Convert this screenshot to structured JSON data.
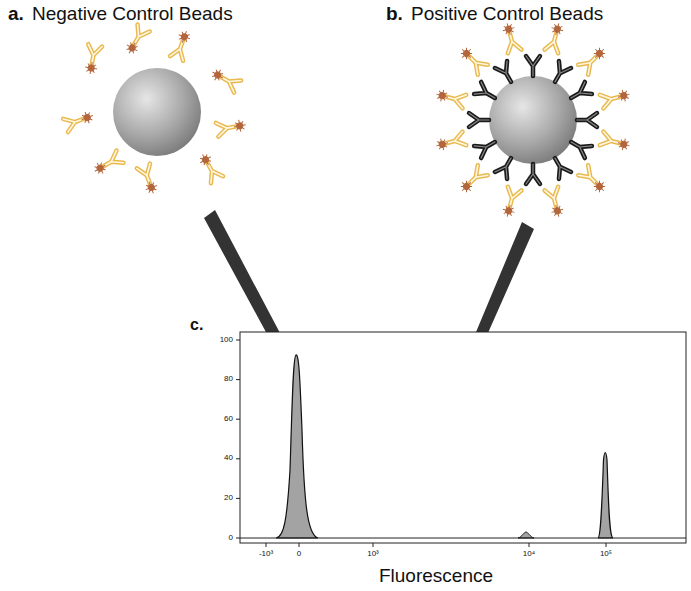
{
  "diagram": {
    "labels": [
      "a.",
      "Negative Control Beads",
      "b.",
      "Positive Control Beads",
      "c.",
      "100",
      "80",
      "60",
      "40",
      "20",
      "0",
      "-10³",
      "0",
      "10³",
      "10⁴",
      "10⁵",
      "Fluorescence"
    ]
  }
}
